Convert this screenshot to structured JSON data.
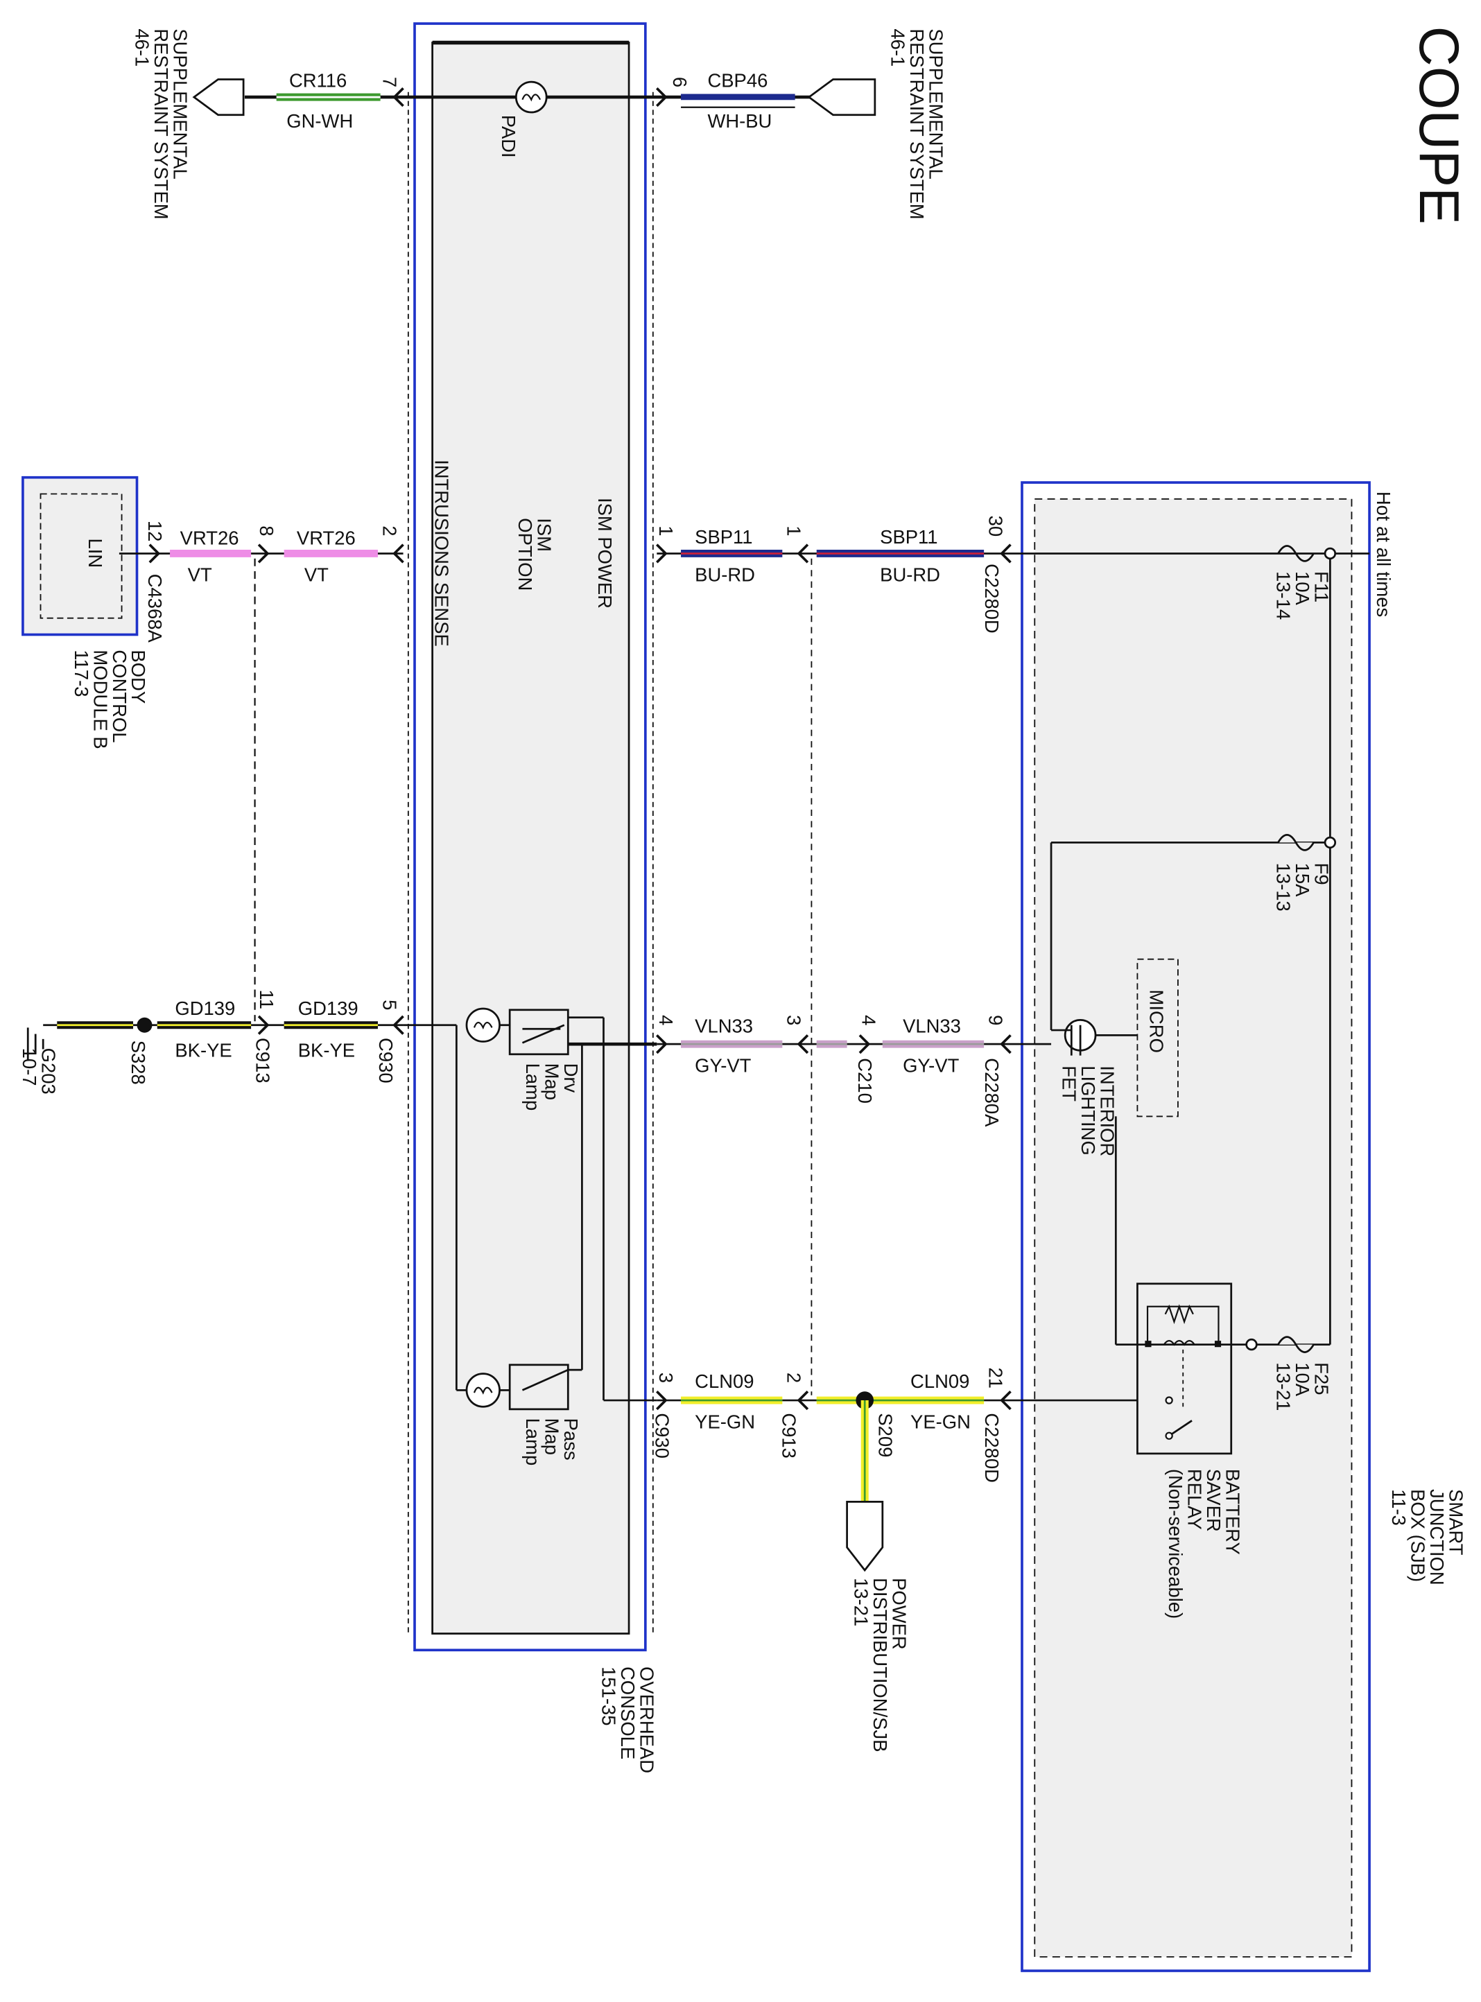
{
  "title": "COUPE",
  "hot_label": "Hot at all times",
  "srs_left": {
    "lines": [
      "SUPPLEMENTAL",
      "RESTRAINT SYSTEM",
      "46-1"
    ]
  },
  "srs_right": {
    "lines": [
      "SUPPLEMENTAL",
      "RESTRAINT SYSTEM",
      "46-1"
    ]
  },
  "bcm": {
    "inner": "LIN",
    "connector": "C4368A",
    "lines": [
      "BODY",
      "CONTROL",
      "MODULE B",
      "117-3"
    ]
  },
  "overhead_console": {
    "lines": [
      "OVERHEAD",
      "CONSOLE",
      "151-35"
    ]
  },
  "sjb": {
    "lines": [
      "SMART",
      "JUNCTION",
      "BOX (SJB)",
      "11-3"
    ]
  },
  "power_dist": {
    "lines": [
      "POWER",
      "DISTRIBUTION/SJB",
      "13-21"
    ]
  },
  "ground": {
    "name": "G203",
    "ref": "10-7"
  },
  "splices": {
    "s328": "S328",
    "s209": "S209"
  },
  "console_labels": {
    "padi": "PADI",
    "ism_power": "ISM POWER",
    "ism_option_1": "ISM",
    "ism_option_2": "OPTION",
    "intrusion": "INTRUSIONS SENSE",
    "drv_lamp": [
      "Drv",
      "Map",
      "Lamp"
    ],
    "pass_lamp": [
      "Pass",
      "Map",
      "Lamp"
    ]
  },
  "sjb_internal": {
    "micro": "MICRO",
    "fet": [
      "INTERIOR",
      "LIGHTING",
      "FET"
    ],
    "relay": [
      "BATTERY",
      "SAVER",
      "RELAY",
      "(Non-serviceable)"
    ]
  },
  "fuses": [
    {
      "name": "F11",
      "rating": "10A",
      "ref": "13-14"
    },
    {
      "name": "F9",
      "rating": "15A",
      "ref": "13-13"
    },
    {
      "name": "F25",
      "rating": "10A",
      "ref": "13-21"
    }
  ],
  "circuits": {
    "cr116": {
      "name": "CR116",
      "color": "GN-WH",
      "pin": "7"
    },
    "cbp46": {
      "name": "CBP46",
      "color": "WH-BU",
      "pin": "6"
    },
    "vrt26_a": {
      "name": "VRT26",
      "color": "VT",
      "pin_left": "12",
      "pin_right": "8"
    },
    "vrt26_b": {
      "name": "VRT26",
      "color": "VT",
      "pin": "2"
    },
    "sbp11_a": {
      "name": "SBP11",
      "color": "BU-RD",
      "pin_left": "1",
      "pin_right": "1"
    },
    "sbp11_b": {
      "name": "SBP11",
      "color": "BU-RD",
      "pin": "30",
      "connector": "C2280D"
    },
    "gd139_a": {
      "name": "GD139",
      "color": "BK-YE",
      "pin": "11",
      "connector": "C913"
    },
    "gd139_b": {
      "name": "GD139",
      "color": "BK-YE",
      "pin": "5",
      "connector": "C930"
    },
    "vln33_a": {
      "name": "VLN33",
      "color": "GY-VT",
      "pin_left": "4",
      "pin_right": "3"
    },
    "vln33_b": {
      "name": "VLN33",
      "color": "GY-VT",
      "pin_left": "4",
      "pin_right": "9",
      "connector_mid": "C210",
      "connector": "C2280A"
    },
    "cln09_a": {
      "name": "CLN09",
      "color": "YE-GN",
      "pin_left": "3",
      "pin_right": "2",
      "connector_left": "C930",
      "connector_right": "C913"
    },
    "cln09_b": {
      "name": "CLN09",
      "color": "YE-GN",
      "pin": "21",
      "connector": "C2280D"
    }
  },
  "colors": {
    "outline_blue": "#1f33c9",
    "module_fill": "#efefef",
    "wire": "#111111",
    "green": "#3d9a2f",
    "pink": "#ee8de6",
    "navy": "#1c2a8e",
    "red": "#c8203a",
    "gray_violet": "#c9a0c9",
    "yellow": "#f2ee2a",
    "black": "#111111"
  }
}
